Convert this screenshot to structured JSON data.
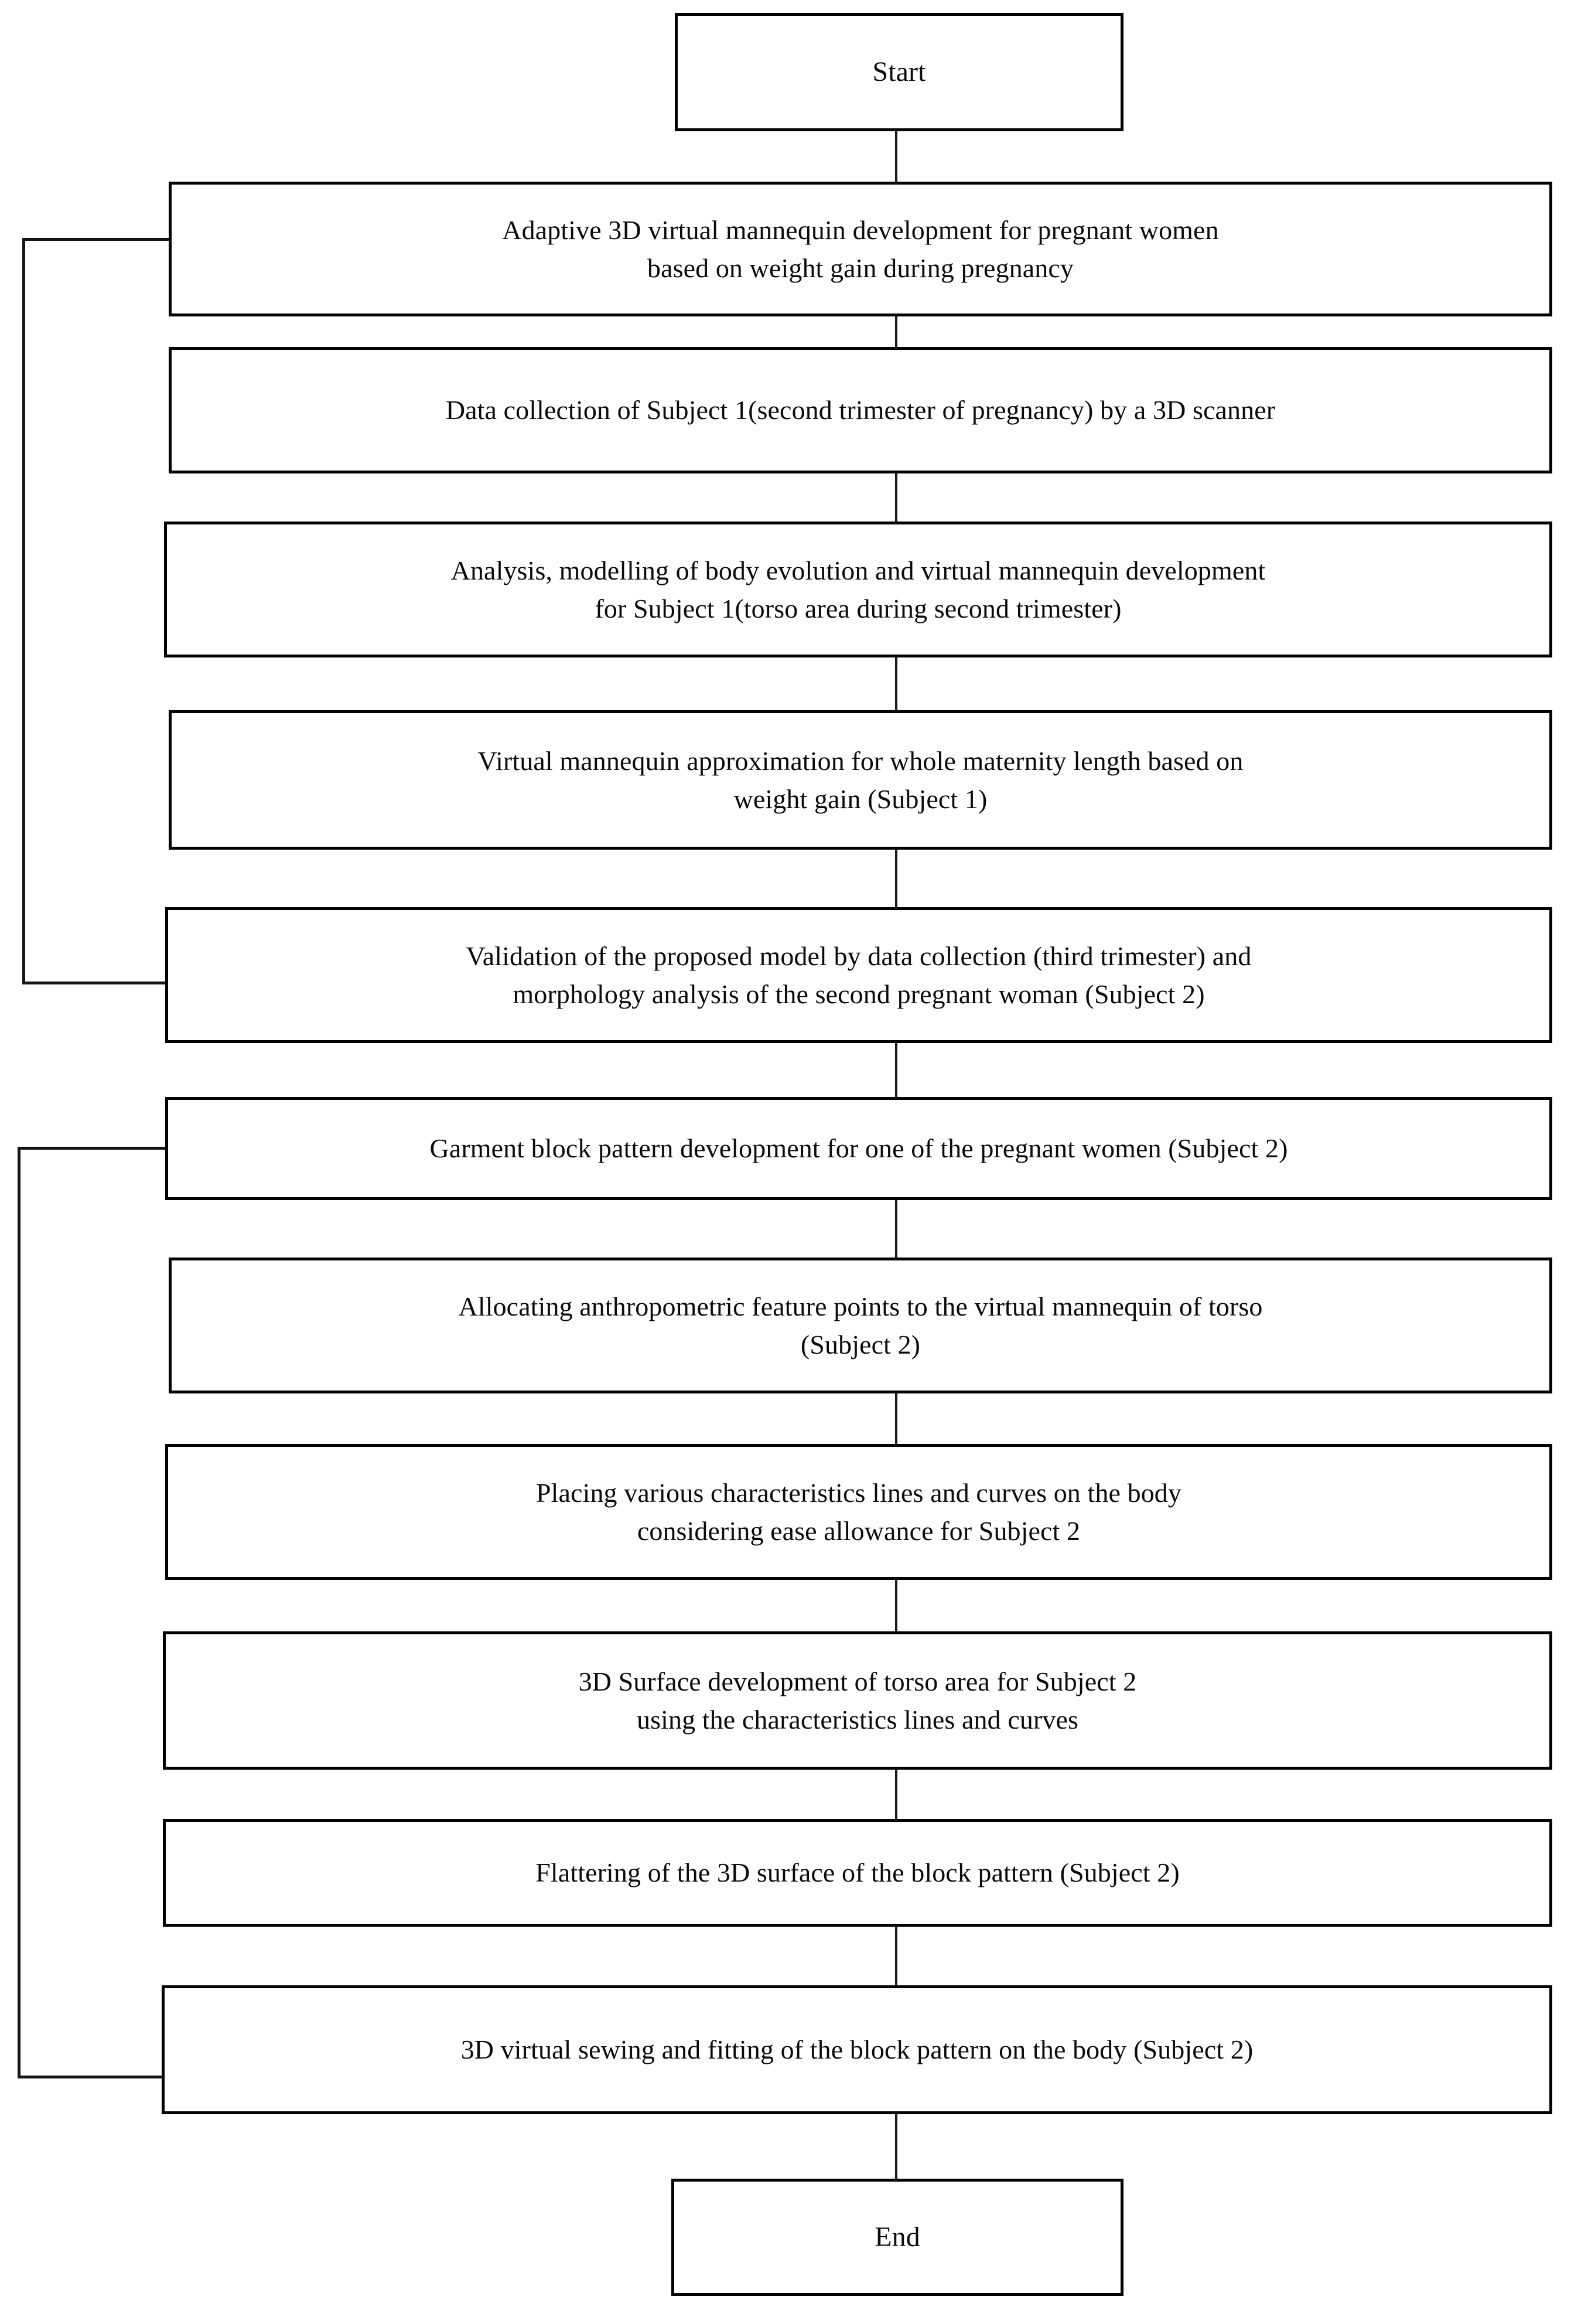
{
  "diagram": {
    "title": "Research methodology flowchart for adaptive 3D virtual mannequin and maternity block pattern development",
    "type": "flowchart",
    "orientation": "top-to-bottom",
    "line_color": "#000000",
    "box_fill": "#ffffff",
    "text_color": "#0b0b0b"
  },
  "nodes": {
    "start": {
      "label": "Start",
      "shape": "rectangle",
      "role": "terminator"
    },
    "step1": {
      "label": "Adaptive 3D virtual mannequin development for pregnant women\nbased on weight gain during pregnancy",
      "shape": "rectangle",
      "role": "process"
    },
    "step2": {
      "label": "Data collection of Subject 1(second trimester of pregnancy) by a 3D scanner",
      "shape": "rectangle",
      "role": "process"
    },
    "step3": {
      "label": "Analysis, modelling of body evolution and virtual mannequin development\nfor Subject 1(torso area during second trimester)",
      "shape": "rectangle",
      "role": "process"
    },
    "step4": {
      "label": "Virtual mannequin approximation for whole maternity length based on\nweight gain (Subject 1)",
      "shape": "rectangle",
      "role": "process"
    },
    "step5": {
      "label": "Validation of the proposed model by data collection (third trimester) and\nmorphology analysis of the second pregnant woman (Subject 2)",
      "shape": "rectangle",
      "role": "process"
    },
    "step6": {
      "label": "Garment block pattern development for one of the pregnant women (Subject 2)",
      "shape": "rectangle",
      "role": "process"
    },
    "step7": {
      "label": "Allocating anthropometric feature points to the virtual mannequin of torso\n(Subject 2)",
      "shape": "rectangle",
      "role": "process"
    },
    "step8": {
      "label": "Placing various characteristics lines and curves on the body\nconsidering ease allowance for Subject 2",
      "shape": "rectangle",
      "role": "process"
    },
    "step9": {
      "label": "3D Surface development of torso area for Subject 2\nusing the characteristics lines and curves",
      "shape": "rectangle",
      "role": "process"
    },
    "step10": {
      "label": "Flattering of the 3D surface of the block pattern (Subject 2)",
      "shape": "rectangle",
      "role": "process"
    },
    "step11": {
      "label": "3D virtual sewing and fitting of the block pattern on the body (Subject 2)",
      "shape": "rectangle",
      "role": "process"
    },
    "end": {
      "label": "End",
      "shape": "rectangle",
      "role": "terminator"
    }
  },
  "edges": [
    {
      "from": "start",
      "to": "step1",
      "kind": "vertical"
    },
    {
      "from": "step1",
      "to": "step2",
      "kind": "vertical"
    },
    {
      "from": "step2",
      "to": "step3",
      "kind": "vertical"
    },
    {
      "from": "step3",
      "to": "step4",
      "kind": "vertical"
    },
    {
      "from": "step4",
      "to": "step5",
      "kind": "vertical"
    },
    {
      "from": "step5",
      "to": "step6",
      "kind": "vertical"
    },
    {
      "from": "step6",
      "to": "step7",
      "kind": "vertical"
    },
    {
      "from": "step7",
      "to": "step8",
      "kind": "vertical"
    },
    {
      "from": "step8",
      "to": "step9",
      "kind": "vertical"
    },
    {
      "from": "step9",
      "to": "step10",
      "kind": "vertical"
    },
    {
      "from": "step10",
      "to": "step11",
      "kind": "vertical"
    },
    {
      "from": "step11",
      "to": "end",
      "kind": "vertical"
    },
    {
      "from": "step5",
      "to": "step1",
      "kind": "feedback-loop-left"
    },
    {
      "from": "step11",
      "to": "step6",
      "kind": "feedback-loop-left"
    }
  ]
}
